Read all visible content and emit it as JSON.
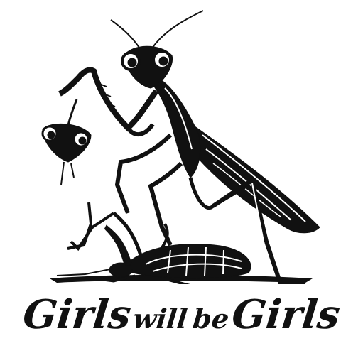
{
  "caption": {
    "word1": "Girls",
    "word2": "will",
    "word3": "be",
    "word4": "Girls"
  },
  "colors": {
    "ink": "#111111",
    "background": "#ffffff"
  },
  "illustration": {
    "subject": "praying-mantis-holding-severed-mantis-head-standing-over-cockroach"
  }
}
